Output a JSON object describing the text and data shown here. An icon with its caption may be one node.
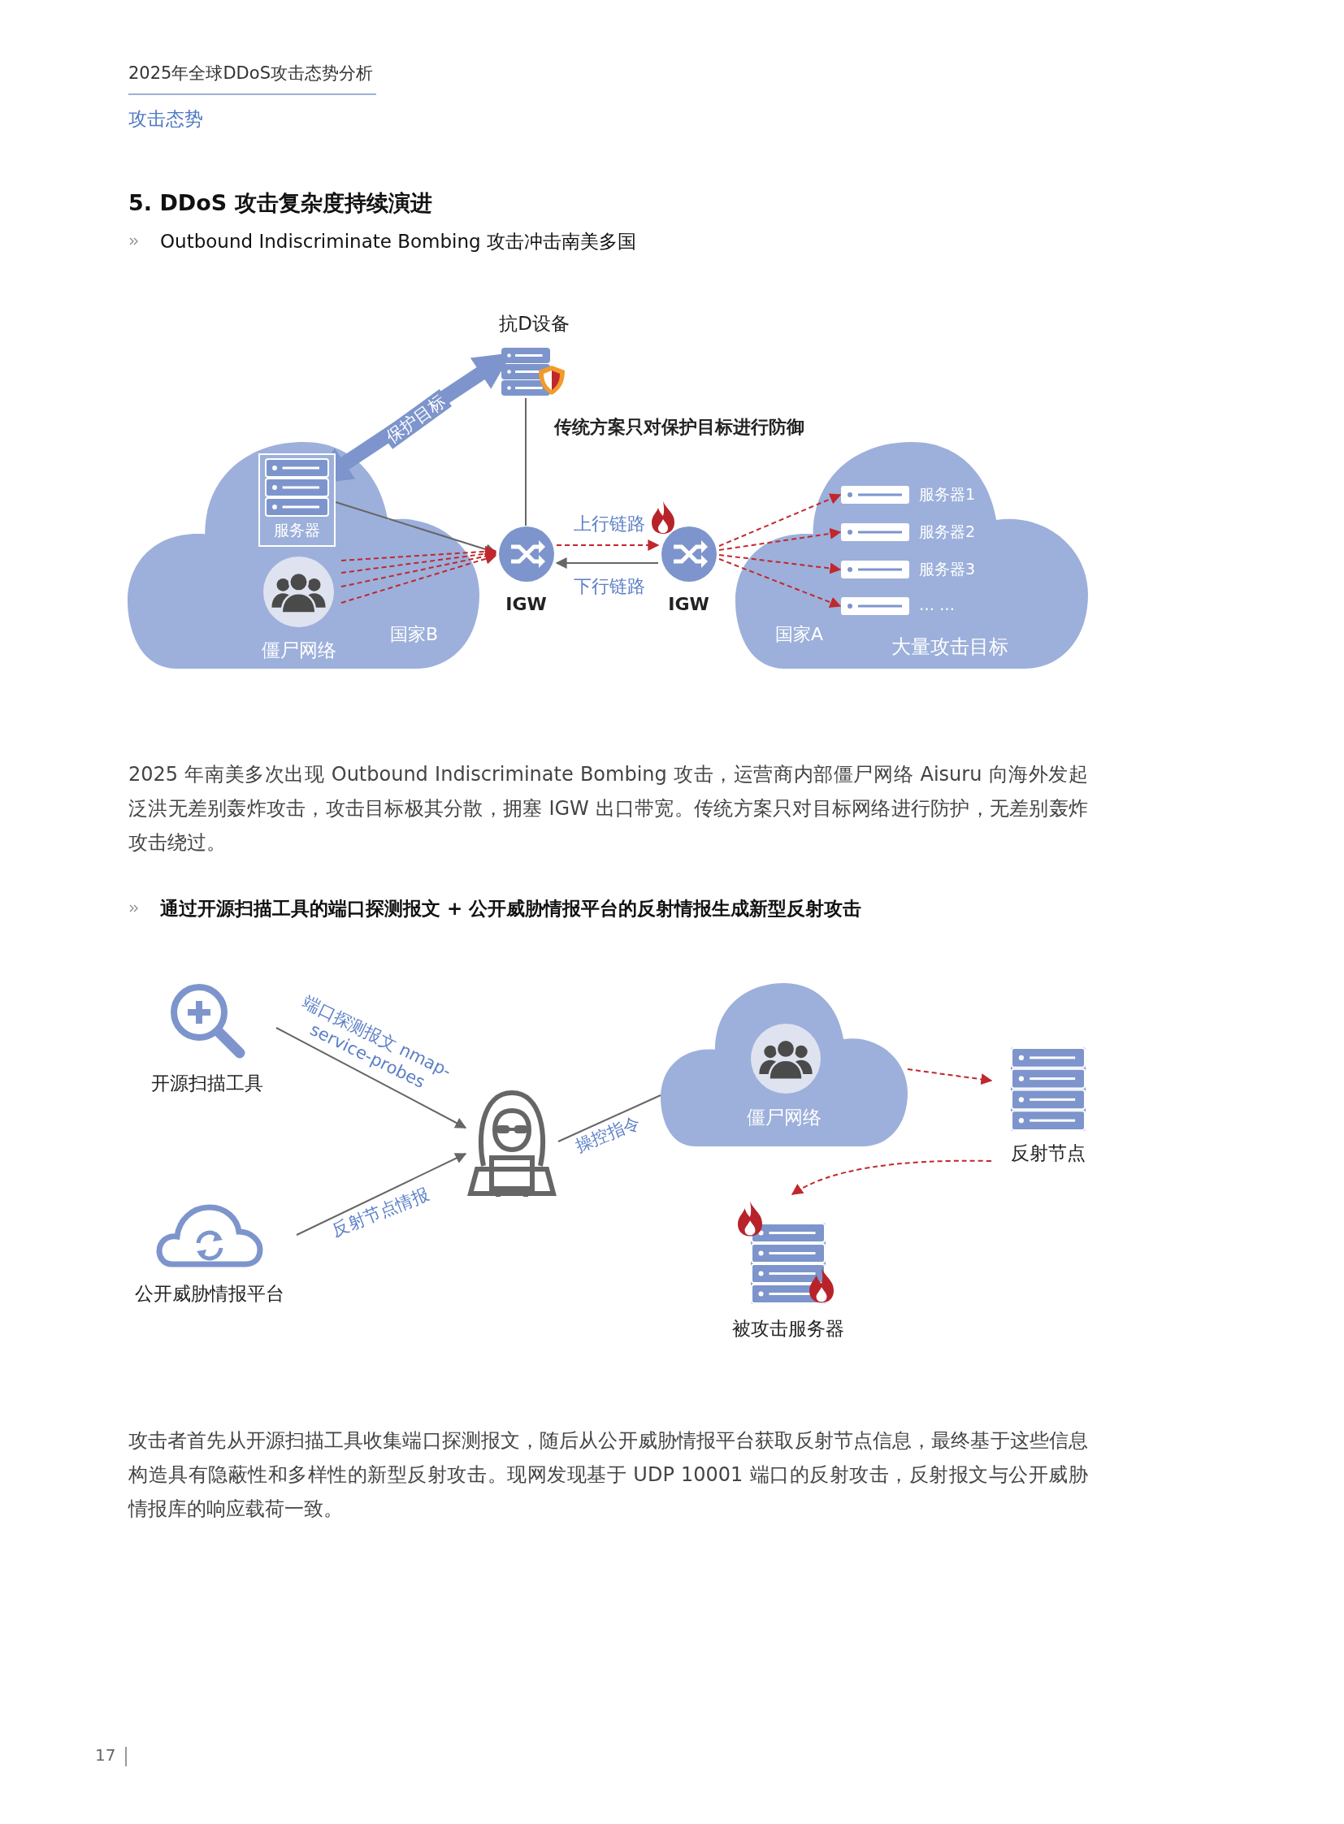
{
  "diagram": {
    "nodes": [
      {
        "text": [
          "抗D设备"
        ]
      },
      {
        "text": [
          "国家B"
        ]
      },
      {
        "text": [
          "服务器"
        ],
        "in": 1
      },
      {
        "text": [
          "僵尸网络"
        ],
        "in": 1
      },
      {
        "text": [
          "IGW"
        ]
      },
      {
        "text": [
          "IGW"
        ]
      },
      {
        "text": [
          "国家A",
          "大量攻击目标"
        ]
      },
      {
        "text": [
          "服务器1"
        ],
        "in": 6
      },
      {
        "text": [
          "服务器2"
        ],
        "in": 6
      },
      {
        "text": [
          "服务器3"
        ],
        "in": 6
      },
      {
        "text": [
          "… …"
        ],
        "in": 6
      },
      {
        "text": [
          "开源扫描工具"
        ]
      },
      {
        "text": [
          "公开威胁情报平台"
        ]
      },
      {
        "text": [],
        "shape": "person"
      },
      {
        "text": [
          "僵尸网络"
        ]
      },
      {
        "text": [
          "反射节点"
        ]
      },
      {
        "text": [
          "被攻击服务器"
        ]
      }
    ],
    "edges": [
      {
        "from": 0,
        "to": 2,
        "arrow": "both",
        "style": "thick",
        "color": "#7d95cc",
        "label": "保护目标"
      },
      {
        "from": 0,
        "to": 4,
        "arrow": "none",
        "color": "#666666",
        "label": "传统方案只对保护目标进行防御"
      },
      {
        "from": 2,
        "to": 4,
        "arrow": "to",
        "color": "#666666"
      },
      {
        "from": 3,
        "to": 4,
        "arrow": "to",
        "style": "dashed",
        "color": "#c0282d"
      },
      {
        "from": 3,
        "to": 4,
        "arrow": "to",
        "style": "dashed",
        "color": "#c0282d"
      },
      {
        "from": 3,
        "to": 4,
        "arrow": "to",
        "style": "dashed",
        "color": "#c0282d"
      },
      {
        "from": 3,
        "to": 4,
        "arrow": "to",
        "style": "dashed",
        "color": "#c0282d"
      },
      {
        "from": 4,
        "to": 5,
        "arrow": "to",
        "style": "dashed",
        "color": "#c0282d",
        "label": "上行链路"
      },
      {
        "from": 5,
        "to": 4,
        "arrow": "to",
        "color": "#666666",
        "label": "下行链路"
      },
      {
        "from": 5,
        "to": 7,
        "arrow": "to",
        "style": "dashed",
        "color": "#c0282d"
      },
      {
        "from": 5,
        "to": 8,
        "arrow": "to",
        "style": "dashed",
        "color": "#c0282d"
      },
      {
        "from": 5,
        "to": 9,
        "arrow": "to",
        "style": "dashed",
        "color": "#c0282d"
      },
      {
        "from": 5,
        "to": 10,
        "arrow": "to",
        "style": "dashed",
        "color": "#c0282d"
      },
      {
        "from": 11,
        "to": 13,
        "arrow": "to",
        "color": "#666666",
        "label": "端口探测报文 nmap-service-probes"
      },
      {
        "from": 12,
        "to": 13,
        "arrow": "to",
        "color": "#666666",
        "label": "反射节点情报"
      },
      {
        "from": 13,
        "to": 14,
        "arrow": "none",
        "color": "#666666",
        "label": "操控指令"
      },
      {
        "from": 14,
        "to": 15,
        "arrow": "to",
        "style": "dashed",
        "color": "#c0282d"
      },
      {
        "from": 15,
        "to": 16,
        "arrow": "to",
        "style": "dashed",
        "color": "#c0282d"
      }
    ],
    "labels": [
      "2025年全球DDoS攻击态势分析",
      "攻击态势",
      "5. DDoS 攻击复杂度持续演进",
      "Outbound Indiscriminate Bombing 攻击冲击南美多国",
      "2025 年南美多次出现 Outbound Indiscriminate Bombing 攻击，运营商内部僵尸网络 Aisuru 向海外发起泛洪无差别轰炸攻击，攻击目标极其分散，拥塞 IGW 出口带宽。传统方案只对目标网络进行防护，无差别轰炸攻击绕过。",
      "通过开源扫描工具的端口探测报文 + 公开威胁情报平台的反射情报生成新型反射攻击",
      "攻击者首先从开源扫描工具收集端口探测报文，随后从公开威胁情报平台获取反射节点信息，最终基于这些信息构造具有隐蔽性和多样性的新型反射攻击。现网发现基于 UDP 10001 端口的反射攻击，反射报文与公开威胁情报库的响应载荷一致。",
      "17"
    ]
  }
}
